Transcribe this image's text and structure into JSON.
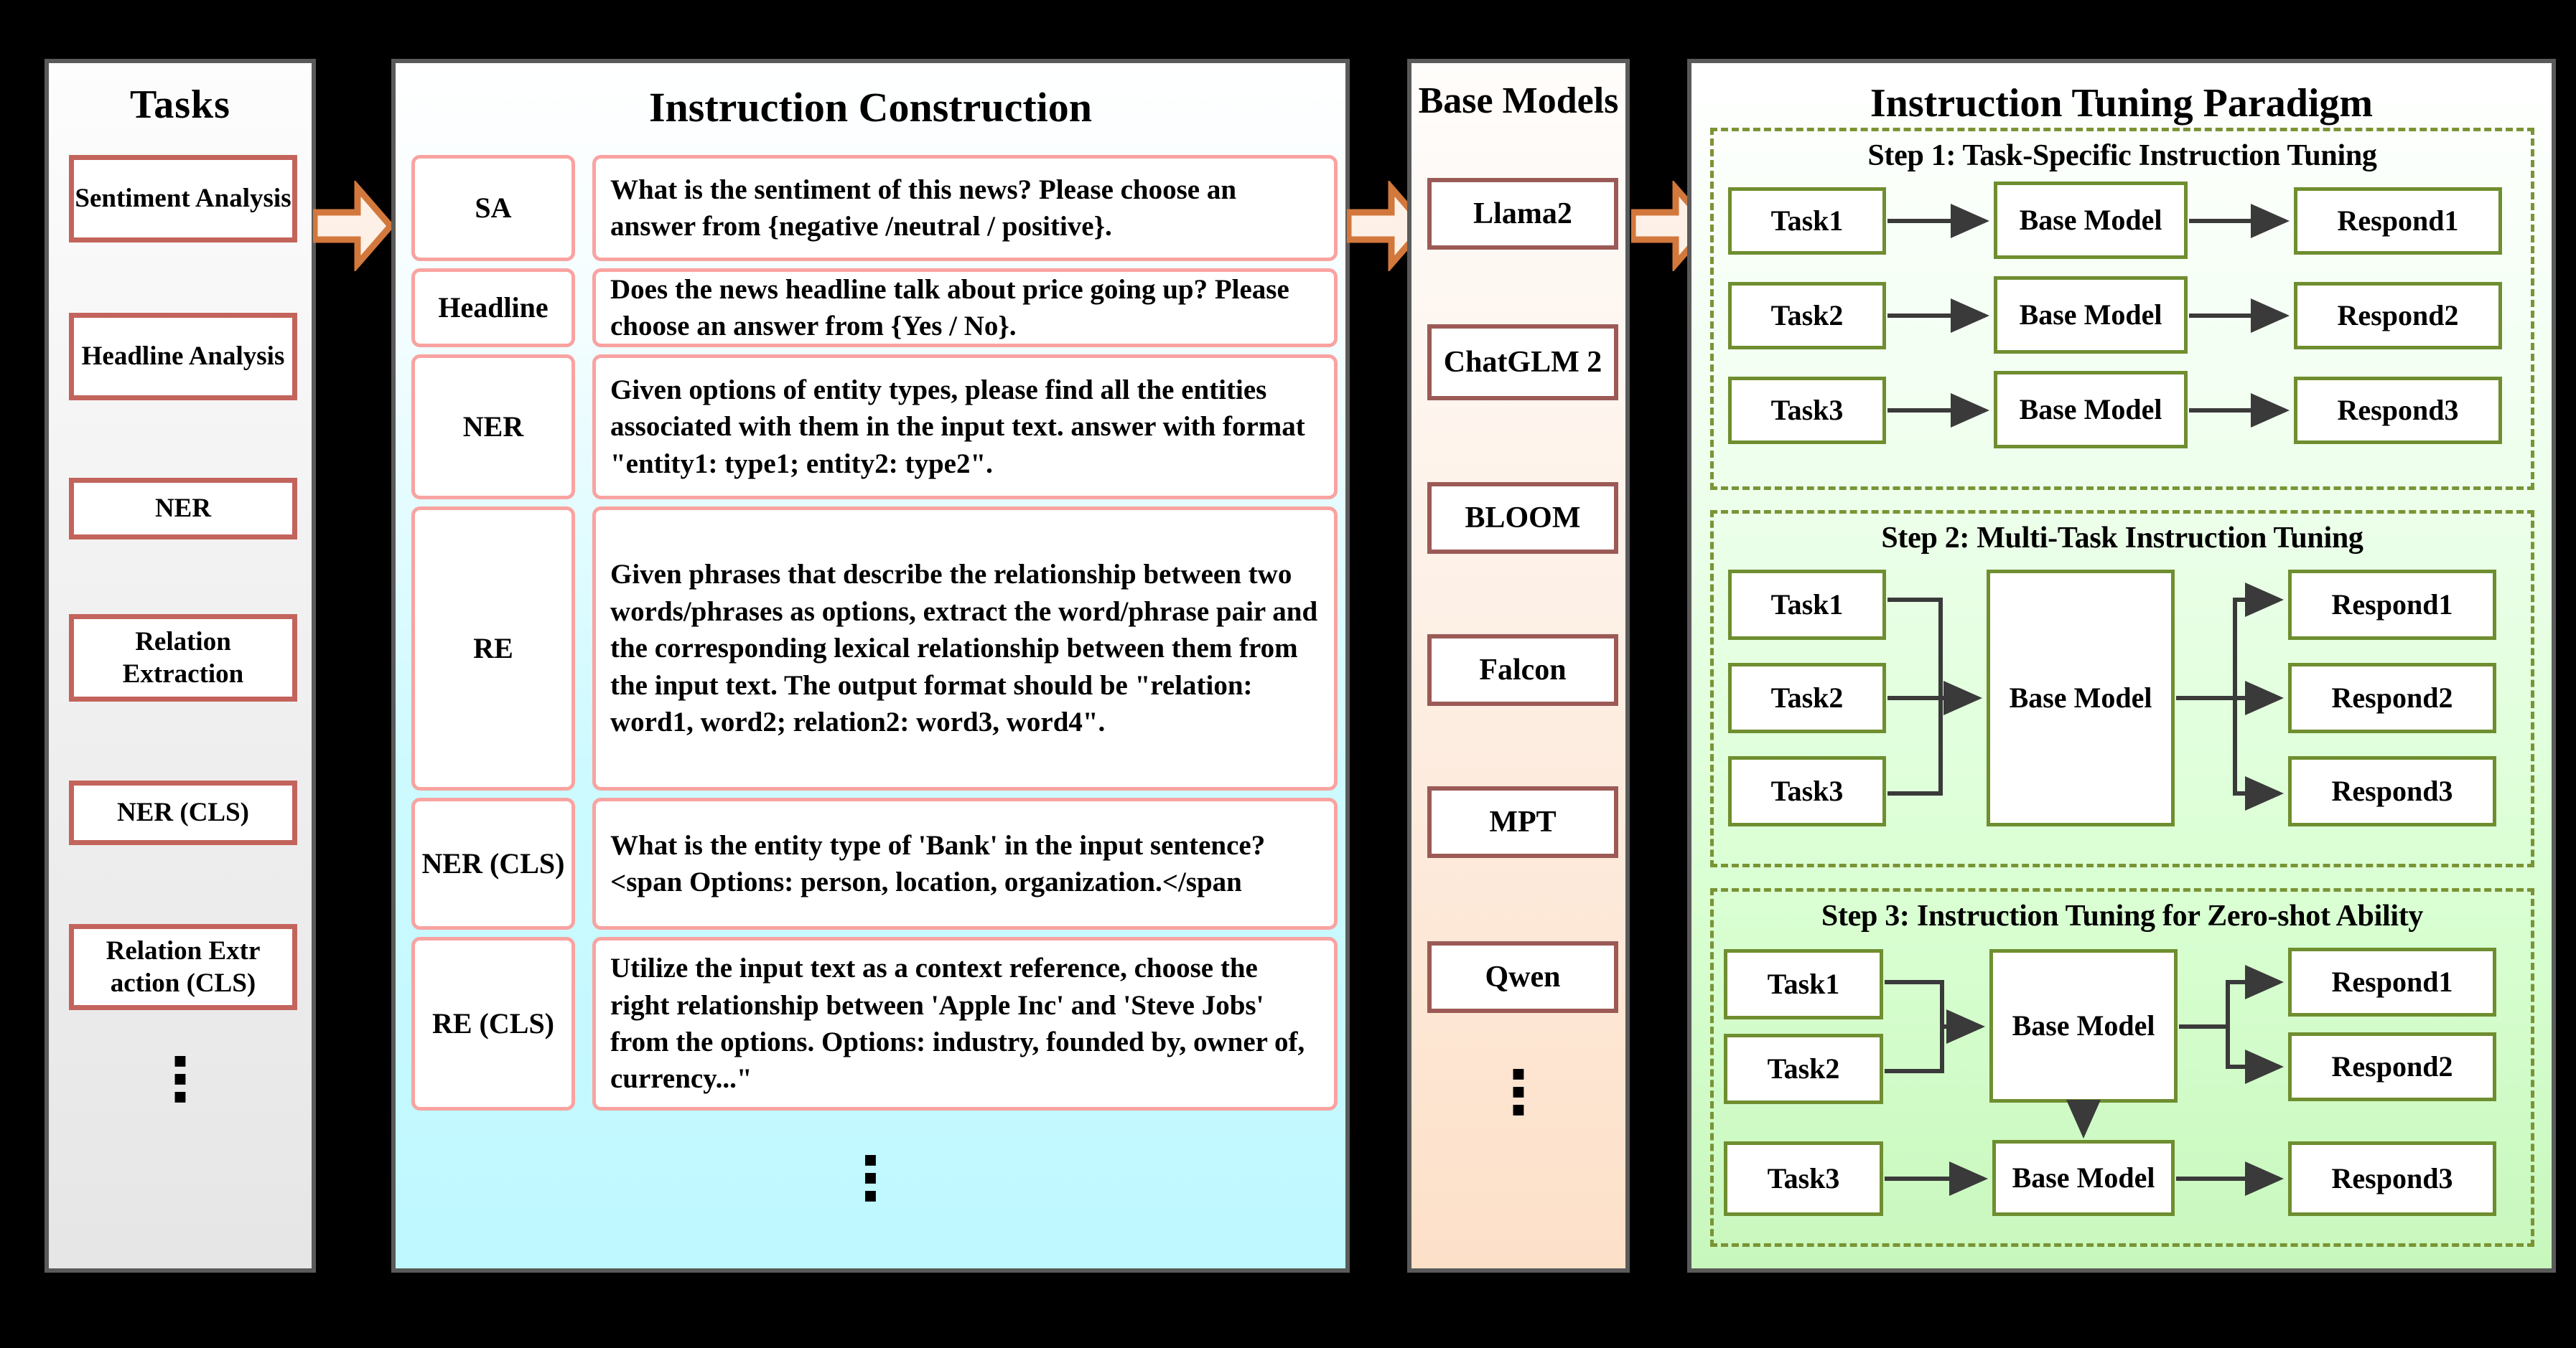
{
  "tasks_panel": {
    "title": "Tasks",
    "items": [
      {
        "label": "Sentiment Analysis"
      },
      {
        "label": "Headline Analysis"
      },
      {
        "label": "NER"
      },
      {
        "label": "Relation Extraction"
      },
      {
        "label": "NER (CLS)"
      },
      {
        "label": "Relation Extr action (CLS)"
      }
    ],
    "continuation": "vertical-ellipsis"
  },
  "instruction_panel": {
    "title": "Instruction Construction",
    "rows": [
      {
        "tag": "SA",
        "text": "What is the sentiment of this news? Please choose an answer from {negative /neutral / positive}."
      },
      {
        "tag": "Headline",
        "text": "Does the news headline talk about price going up? Please choose an answer from {Yes / No}."
      },
      {
        "tag": "NER",
        "text": "Given options of entity types, please find all the entities associated with them in the input text. answer with format \"entity1: type1; entity2: type2\"."
      },
      {
        "tag": "RE",
        "text": "Given phrases that describe the relationship between two words/phrases as options, extract the word/phrase pair and the corresponding lexical relationship between them from the input text. The output format should be \"relation: word1, word2; relation2: word3, word4\"."
      },
      {
        "tag": "NER (CLS)",
        "text": "What is the entity type of 'Bank' in the input sentence?<span Options: person, location, organization.</span"
      },
      {
        "tag": "RE (CLS)",
        "text": "Utilize the input text as a context reference, choose the right relationship between 'Apple Inc' and 'Steve Jobs' from the options. Options: industry, founded by, owner of, currency...\""
      }
    ],
    "continuation": "vertical-ellipsis"
  },
  "models_panel": {
    "title": "Base Models",
    "items": [
      {
        "label": "Llama2"
      },
      {
        "label": "ChatGLM 2"
      },
      {
        "label": "BLOOM"
      },
      {
        "label": "Falcon"
      },
      {
        "label": "MPT"
      },
      {
        "label": "Qwen"
      }
    ],
    "continuation": "vertical-ellipsis"
  },
  "paradigm_panel": {
    "title": "Instruction Tuning Paradigm",
    "steps": [
      {
        "title": "Step 1: Task-Specific Instruction Tuning",
        "tasks": [
          "Task1",
          "Task2",
          "Task3"
        ],
        "models": [
          "Base Model",
          "Base Model",
          "Base Model"
        ],
        "responses": [
          "Respond1",
          "Respond2",
          "Respond3"
        ]
      },
      {
        "title": "Step 2: Multi-Task Instruction Tuning",
        "tasks": [
          "Task1",
          "Task2",
          "Task3"
        ],
        "models": [
          "Base Model"
        ],
        "responses": [
          "Respond1",
          "Respond2",
          "Respond3"
        ]
      },
      {
        "title": "Step 3: Instruction Tuning for Zero-shot Ability",
        "tasks": [
          "Task1",
          "Task2",
          "Task3"
        ],
        "models": [
          "Base Model",
          "Base Model"
        ],
        "responses": [
          "Respond1",
          "Respond2",
          "Respond3"
        ]
      }
    ]
  },
  "flow_arrows": [
    {
      "name": "tasks-to-instruction"
    },
    {
      "name": "instruction-to-models"
    },
    {
      "name": "models-to-paradigm"
    }
  ],
  "colors": {
    "background": "#000000",
    "panel_border": "#5a5a5a",
    "task_box_border": "#c3645c",
    "instruction_box_border": "#f9a3a1",
    "model_box_border": "#9c5a56",
    "green_box_border": "#6f8e30",
    "step_dashed_border": "#7a9435",
    "big_arrow_fill": "#fdf0e6",
    "big_arrow_stroke": "#d2783c",
    "connector_line": "#3a3a3a"
  }
}
